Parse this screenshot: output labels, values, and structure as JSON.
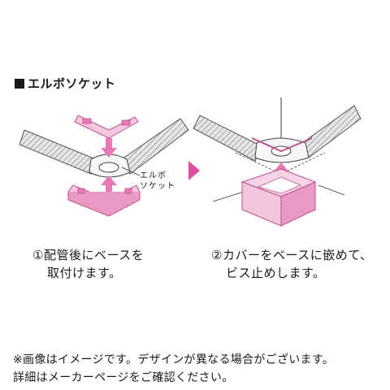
{
  "title": "エルボソケット",
  "callout_label": [
    "エルボ",
    "ソケット"
  ],
  "step1": {
    "line1": "①配管後にベースを",
    "line2": "取付けます。"
  },
  "step2": {
    "line1": "②カバーをベースに嵌めて、",
    "line2": "ビス止めします。"
  },
  "note": {
    "line1": "※画像はイメージです。デザインが異なる場合がございます。",
    "line2": "詳細はメーカーページをご確認ください。"
  },
  "colors": {
    "pink": "#e879b7",
    "pink_light": "#f2c6dc",
    "pink_dark": "#d070a8",
    "line": "#333333",
    "pipe": "#dcdcdc"
  }
}
